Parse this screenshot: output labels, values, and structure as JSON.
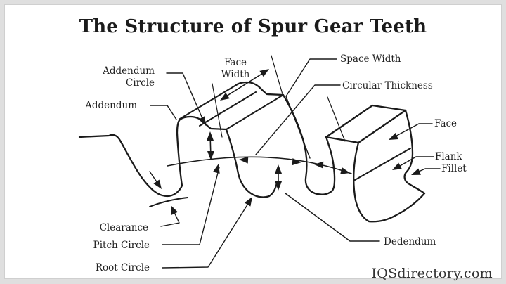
{
  "page": {
    "title": "The Structure of Spur Gear Teeth",
    "watermark": "IQSdirectory.com"
  },
  "labels": {
    "addendum_circle": "Addendum Circle",
    "addendum": "Addendum",
    "face_width": "Face Width",
    "space_width": "Space Width",
    "circular_thickness": "Circular Thickness",
    "face": "Face",
    "flank": "Flank",
    "fillet": "Fillet",
    "clearance": "Clearance",
    "pitch_circle": "Pitch Circle",
    "root_circle": "Root Circle",
    "dedendum": "Dedendum"
  },
  "colors": {
    "line": "#1a1a1a",
    "text": "#1f1f1f",
    "canvas": "#ffffff",
    "frame": "#dfdfdf",
    "watermark": "#333333"
  }
}
